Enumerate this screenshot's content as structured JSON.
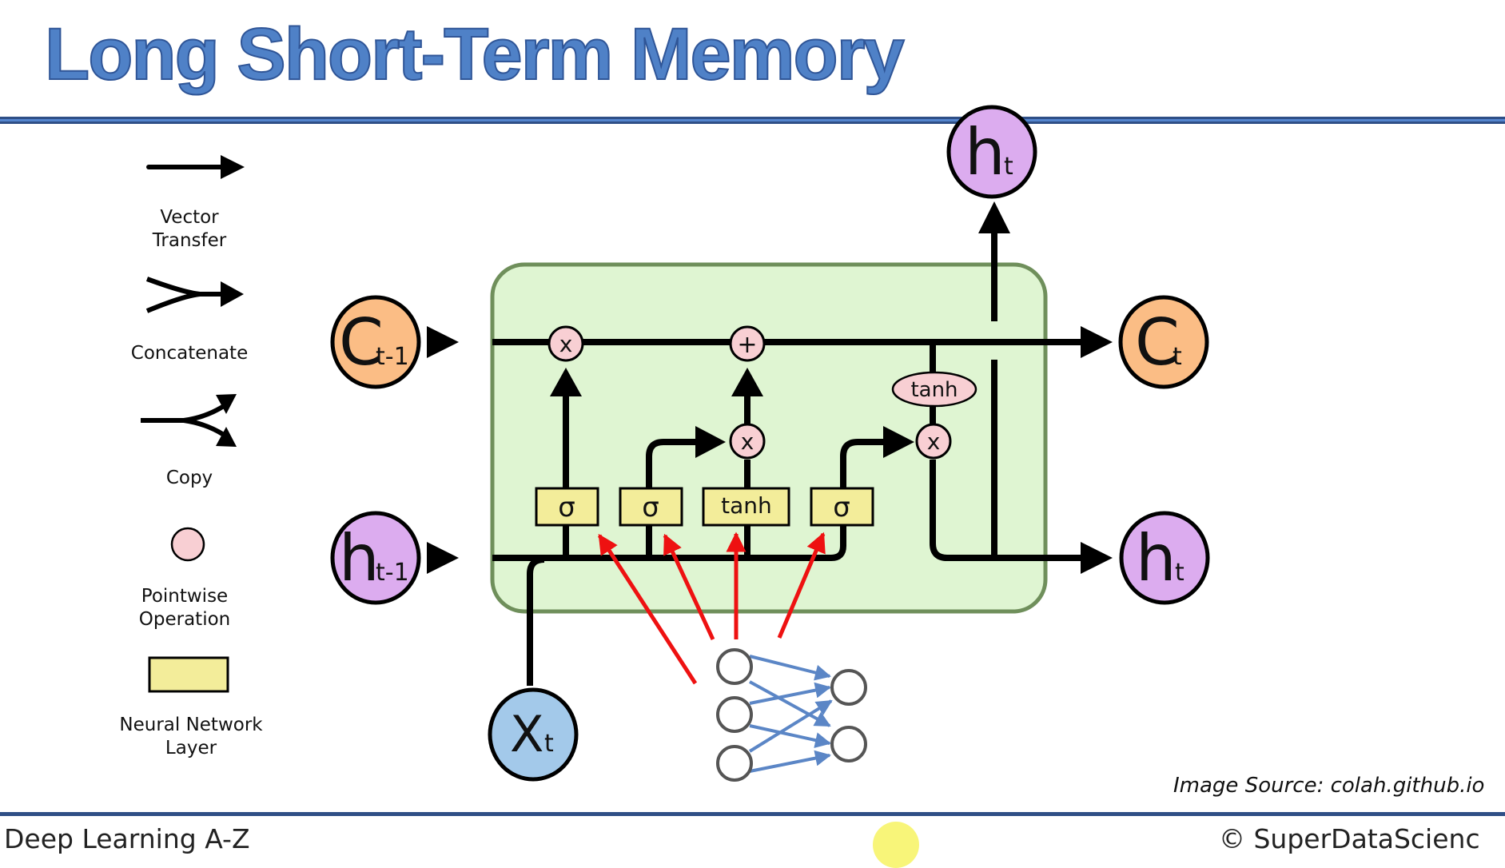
{
  "slide": {
    "title": "Long Short-Term Memory",
    "image_source": "Image Source: colah.github.io",
    "footer_left": "Deep Learning A-Z",
    "footer_right": "© SuperDataScienc"
  },
  "legend": {
    "items": [
      {
        "icon": "vector-transfer-arrow-icon",
        "label_lines": [
          "Vector",
          "Transfer"
        ]
      },
      {
        "icon": "concatenate-arrow-icon",
        "label_lines": [
          "Concatenate"
        ]
      },
      {
        "icon": "copy-arrow-icon",
        "label_lines": [
          "Copy"
        ]
      },
      {
        "icon": "pointwise-operation-circle-icon",
        "label_lines": [
          "Pointwise",
          "Operation"
        ]
      },
      {
        "icon": "neural-network-layer-rect-icon",
        "label_lines": [
          "Neural Network",
          "Layer"
        ]
      }
    ]
  },
  "diagram": {
    "inputs": {
      "c_prev": {
        "main": "C",
        "sub": "t-1"
      },
      "h_prev": {
        "main": "h",
        "sub": "t-1"
      },
      "x": {
        "main": "X",
        "sub": "t"
      }
    },
    "outputs": {
      "c_out": {
        "main": "C",
        "sub": "t"
      },
      "h_out_right": {
        "main": "h",
        "sub": "t"
      },
      "h_out_top": {
        "main": "h",
        "sub": "t"
      }
    },
    "layers": [
      "σ",
      "σ",
      "tanh",
      "σ"
    ],
    "pointwise_ops": {
      "forget_mult": "x",
      "add": "+",
      "input_mult": "x",
      "output_mult": "x",
      "cell_tanh": "tanh"
    }
  },
  "colors": {
    "title": "#4f81c7",
    "cell_fill": "#dff5d2",
    "cell_border": "#6f8f5b",
    "cell_state_node": "#fbbd85",
    "hidden_node": "#dcacef",
    "input_node": "#a3c9ea",
    "pointwise": "#f8cfd3",
    "layer": "#f3ed9a",
    "red_arrows": "#ee1111",
    "nn_edges": "#5b86c6"
  }
}
